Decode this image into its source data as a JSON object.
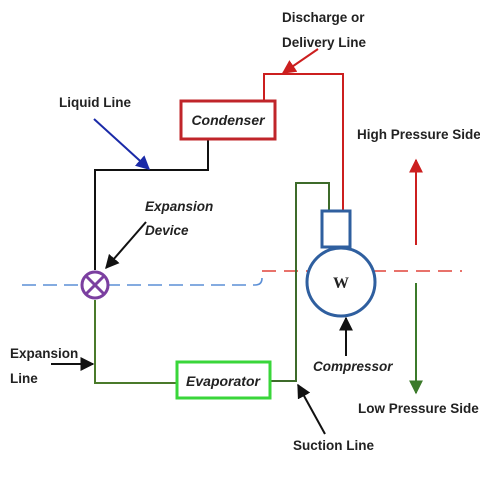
{
  "labels": {
    "discharge_line_1": "Discharge or",
    "discharge_line_2": "Delivery Line",
    "liquid_line": "Liquid Line",
    "high_pressure_side": "High Pressure Side",
    "low_pressure_side": "Low Pressure Side",
    "expansion_device_1": "Expansion",
    "expansion_device_2": "Device",
    "compressor": "Compressor",
    "expansion_line_1": "Expansion",
    "expansion_line_2": "Line",
    "suction_line": "Suction Line"
  },
  "components": {
    "condenser": "Condenser",
    "evaporator": "Evaporator",
    "compressor_symbol": "W"
  },
  "colors": {
    "discharge": "#cc1f1f",
    "liquid": "#111111",
    "expansion_line": "#4a7a2a",
    "suction": "#3d6b2a",
    "condenser_border": "#c0252a",
    "evaporator_border": "#39d63a",
    "compressor": "#2f5f9f",
    "valve": "#7b3fa0",
    "pressure_divider_low": "#5b8fd6",
    "pressure_divider_high": "#e0443a",
    "high_arrow": "#cc1f1f",
    "low_arrow": "#3b7a2a",
    "pointer_blue": "#1a2aa8"
  }
}
